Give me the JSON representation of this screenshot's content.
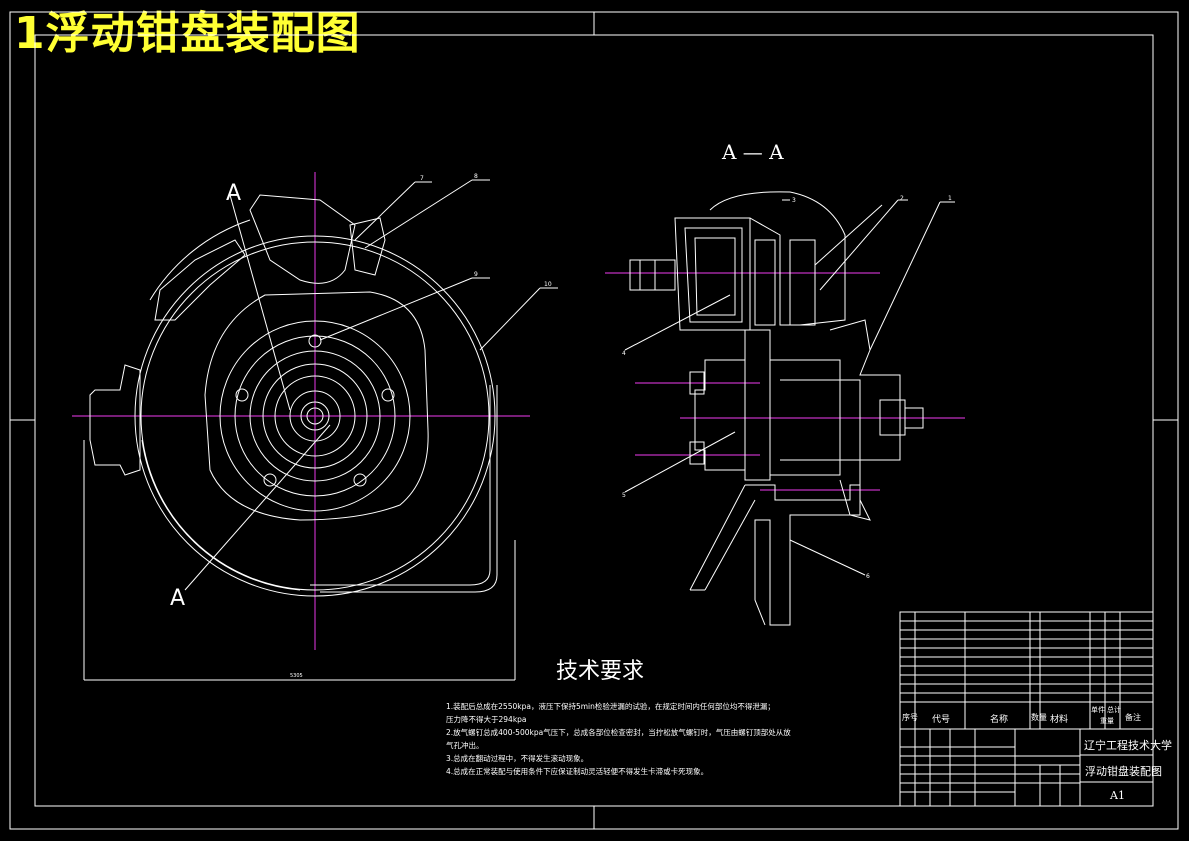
{
  "title": "1浮动钳盘装配图",
  "section_label": "A — A",
  "view_marks": {
    "top": "A",
    "bottom": "A"
  },
  "part_callouts": [
    "7",
    "8",
    "9",
    "10",
    "3",
    "2",
    "1",
    "4",
    "5",
    "6"
  ],
  "dimension": "5305",
  "tech": {
    "heading": "技术要求",
    "lines": [
      "1.装配后总成在2550kpa，液压下保持5min检验泄漏的试验，在规定时间内任何部位均不得泄漏；",
      "压力降不得大于294kpa",
      "2.放气螺钉总成400-500kpa气压下，总成各部位检查密封，当拧松放气螺钉时，气压由螺钉顶部处从放",
      "气孔冲出。",
      "3.总成在翻动过程中，不得发生滚动现象。",
      "4.总成在正常装配与使用条件下应保证制动灵活轻便不得发生卡滞或卡死现象。"
    ]
  },
  "title_block": {
    "school": "辽宁工程技术大学",
    "drawing_name": "浮动钳盘装配图",
    "sheet_size": "A1",
    "bom_header": [
      "序号",
      "代号",
      "名称",
      "数量",
      "材料",
      "单件",
      "总计",
      "备注"
    ],
    "weight_label": "重量"
  }
}
